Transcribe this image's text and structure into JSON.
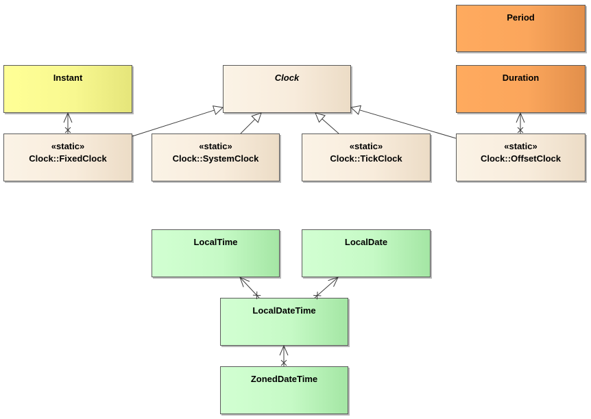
{
  "diagram": {
    "nodes": {
      "period": {
        "label": "Period"
      },
      "instant": {
        "label": "Instant"
      },
      "clock": {
        "label": "Clock"
      },
      "duration": {
        "label": "Duration"
      },
      "fixed_clock": {
        "stereotype": "«static»",
        "label": "Clock::FixedClock"
      },
      "system_clock": {
        "stereotype": "«static»",
        "label": "Clock::SystemClock"
      },
      "tick_clock": {
        "stereotype": "«static»",
        "label": "Clock::TickClock"
      },
      "offset_clock": {
        "stereotype": "«static»",
        "label": "Clock::OffsetClock"
      },
      "local_time": {
        "label": "LocalTime"
      },
      "local_date": {
        "label": "LocalDate"
      },
      "local_date_time": {
        "label": "LocalDateTime"
      },
      "zoned_date_time": {
        "label": "ZonedDateTime"
      }
    },
    "edges": [
      {
        "from": "fixed_clock",
        "to": "clock",
        "kind": "generalization"
      },
      {
        "from": "system_clock",
        "to": "clock",
        "kind": "generalization"
      },
      {
        "from": "tick_clock",
        "to": "clock",
        "kind": "generalization"
      },
      {
        "from": "offset_clock",
        "to": "clock",
        "kind": "generalization"
      },
      {
        "from": "fixed_clock",
        "to": "instant",
        "kind": "navigable-association"
      },
      {
        "from": "offset_clock",
        "to": "duration",
        "kind": "navigable-association"
      },
      {
        "from": "local_date_time",
        "to": "local_time",
        "kind": "navigable-association"
      },
      {
        "from": "local_date_time",
        "to": "local_date",
        "kind": "navigable-association"
      },
      {
        "from": "zoned_date_time",
        "to": "local_date_time",
        "kind": "navigable-association"
      }
    ],
    "colors": {
      "line": "#3a3a3a",
      "instant_fill": "#ffff96",
      "clock_fill": "#fbf3e6",
      "duration_fill": "#ffaa5e",
      "local_fill": "#d2ffd2"
    }
  }
}
